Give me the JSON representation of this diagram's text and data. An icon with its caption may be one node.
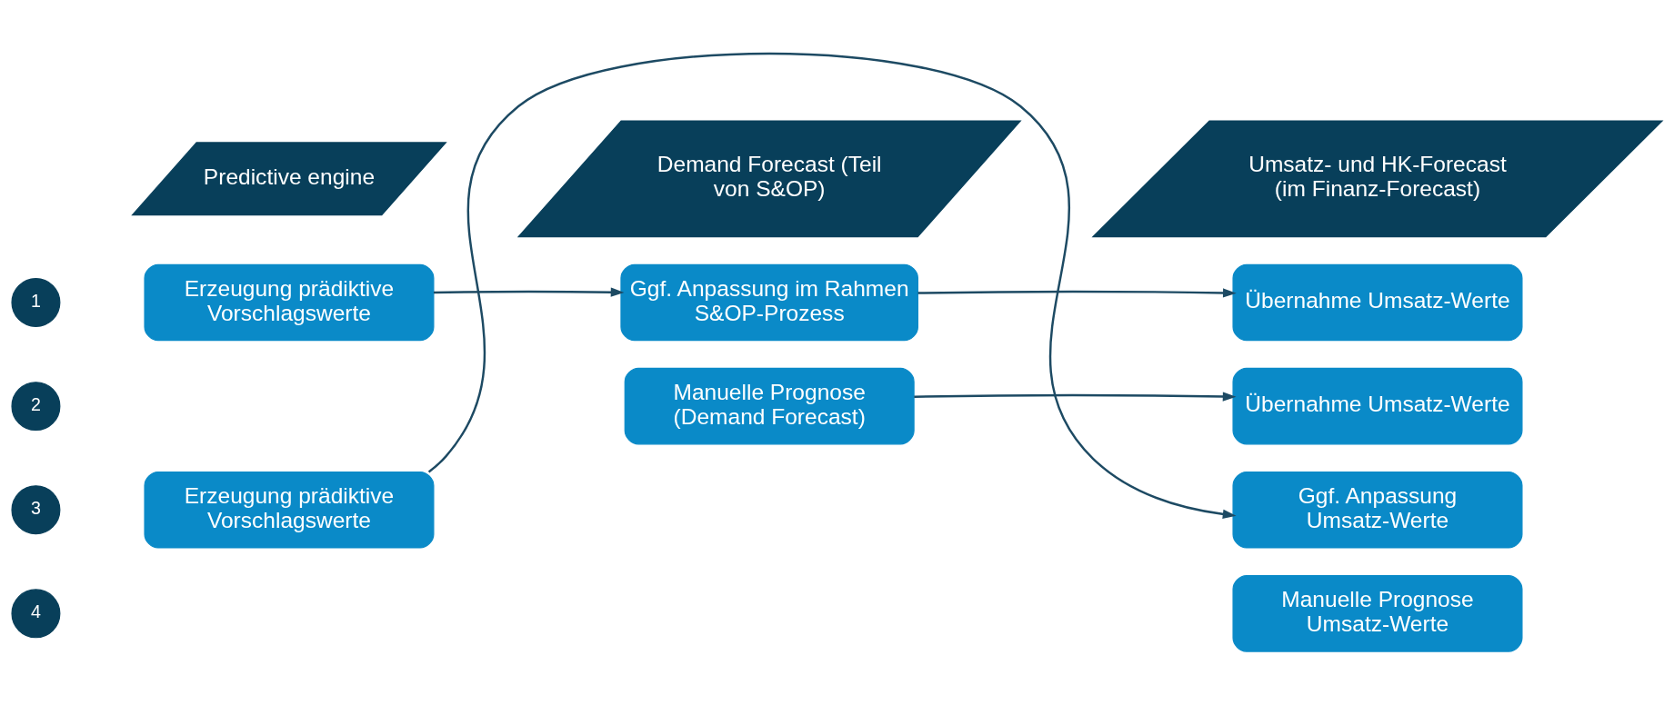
{
  "diagram": {
    "nodes": [
      {
        "text": [
          "Predictive engine"
        ]
      },
      {
        "text": [
          "Demand Forecast (Teil von S&OP)"
        ]
      },
      {
        "text": [
          "Umsatz- und HK-Forecast (im Finanz-Forecast)"
        ]
      },
      {
        "text": [
          "1"
        ]
      },
      {
        "text": [
          "Erzeugung prädiktive Vorschlagswerte"
        ]
      },
      {
        "text": [
          "Ggf. Anpassung im Rahmen S&OP-Prozess"
        ]
      },
      {
        "text": [
          "Übernahme Umsatz-Werte"
        ]
      },
      {
        "text": [
          "2"
        ]
      },
      {
        "text": [
          "Manuelle Prognose (Demand Forecast)"
        ]
      },
      {
        "text": [
          "Übernahme Umsatz-Werte"
        ]
      },
      {
        "text": [
          "3"
        ]
      },
      {
        "text": [
          "Erzeugung prädiktive Vorschlagswerte"
        ]
      },
      {
        "text": [
          "Ggf. Anpassung Umsatz-Werte"
        ]
      },
      {
        "text": [
          "4"
        ]
      },
      {
        "text": [
          "Manuelle Prognose Umsatz-Werte"
        ]
      }
    ],
    "edges": [
      {
        "from": 4,
        "to": 5,
        "arrow": "to"
      },
      {
        "from": 5,
        "to": 6,
        "arrow": "to"
      },
      {
        "from": 8,
        "to": 9,
        "arrow": "to"
      },
      {
        "from": 11,
        "to": 12,
        "arrow": "to"
      }
    ]
  }
}
